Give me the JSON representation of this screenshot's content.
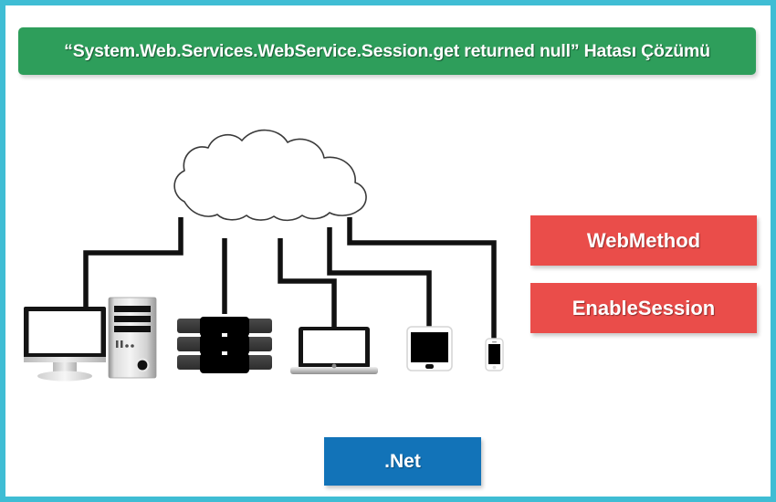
{
  "page": {
    "border_color": "#3fbdd4",
    "background": "#ffffff"
  },
  "banner": {
    "text": "“System.Web.Services.WebService.Session.get returned null” Hatası Çözümü",
    "background": "#2e9e5b",
    "text_color": "#ffffff"
  },
  "tags": [
    {
      "label": "WebMethod",
      "color": "#ea4d4a"
    },
    {
      "label": "EnableSession",
      "color": "#ea4d4a"
    }
  ],
  "footer_button": {
    "label": ".Net",
    "color": "#1273b8"
  },
  "diagram": {
    "cloud_name": "cloud",
    "connector_color": "#111111",
    "devices": [
      {
        "name": "desktop-monitor"
      },
      {
        "name": "desktop-tower"
      },
      {
        "name": "server-rack"
      },
      {
        "name": "laptop"
      },
      {
        "name": "tablet"
      },
      {
        "name": "smartphone"
      }
    ]
  }
}
